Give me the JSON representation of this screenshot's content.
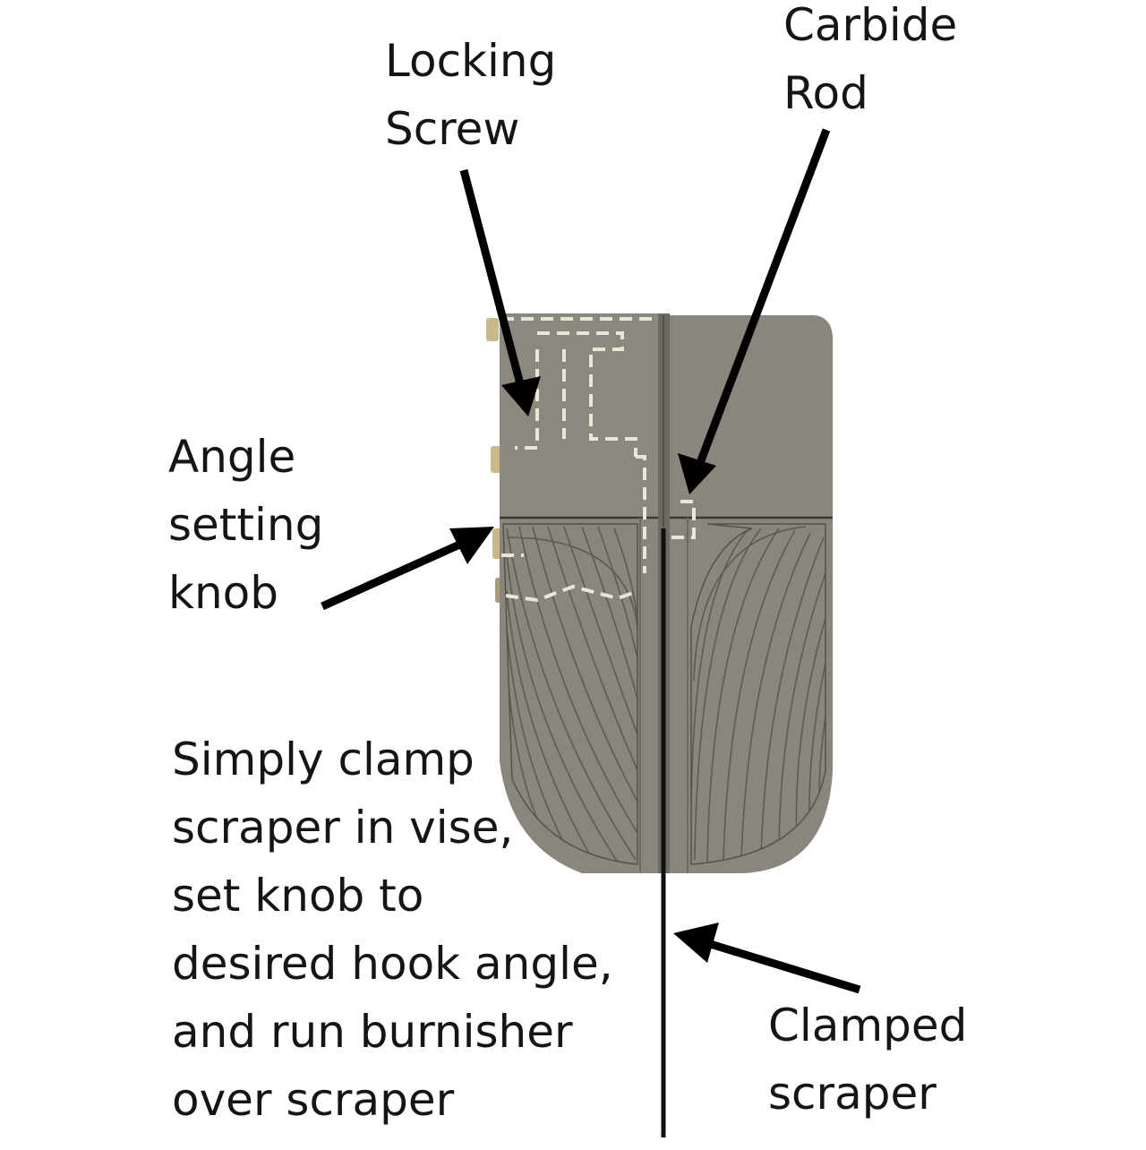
{
  "labels": {
    "locking_screw": [
      "Locking",
      "Screw"
    ],
    "carbide_rod": [
      "Carbide",
      "Rod"
    ],
    "angle_knob": [
      "Angle",
      "setting",
      "knob"
    ],
    "clamped_scraper": [
      "Clamped",
      "scraper"
    ]
  },
  "caption": [
    "Simply clamp",
    "scraper in vise,",
    "set knob to",
    "desired hook angle,",
    "and run burnisher",
    "over scraper"
  ],
  "colors": {
    "body_top": "#8c877e",
    "body_bottom": "#858078",
    "hatch": "#5f5b55",
    "arrow": "#000000",
    "hidden_line": "#e8e2d2",
    "knob": "#c9b98a"
  }
}
